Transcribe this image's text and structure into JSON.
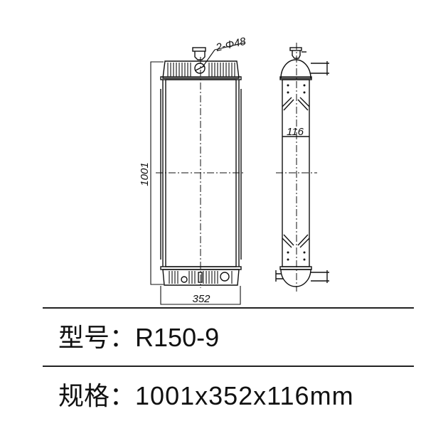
{
  "drawing": {
    "callout_hole": "2-Φ48",
    "dim_height": "1001",
    "dim_width": "352",
    "dim_depth": "116"
  },
  "specs": {
    "model_label": "型号",
    "separator": "：",
    "model_value": "R150-9",
    "size_label": "规格",
    "size_value": "1001x352x116mm"
  }
}
